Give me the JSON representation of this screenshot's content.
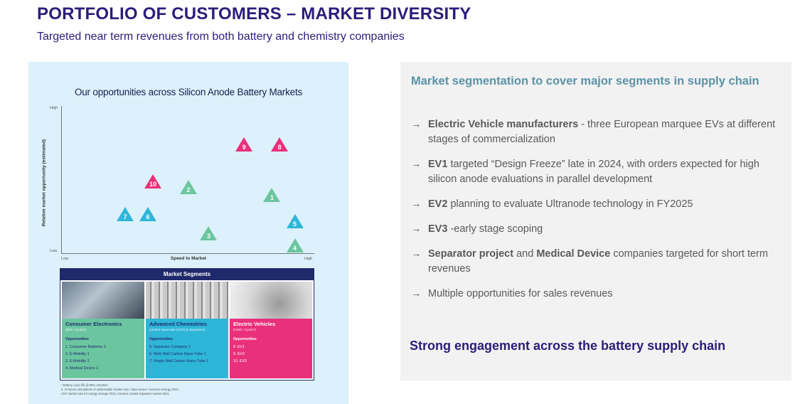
{
  "header": {
    "title": "PORTFOLIO OF CUSTOMERS – MARKET DIVERSITY",
    "subtitle": "Targeted near term revenues from both battery and chemistry companies"
  },
  "chart": {
    "title": "Our opportunities across Silicon Anode Battery Markets",
    "y_title": "Relative market opportunity (estimated)",
    "x_title": "Speed to Market",
    "y_high": "High",
    "y_low": "Low",
    "x_low": "Low",
    "x_high": "High"
  },
  "chart_data": {
    "type": "scatter",
    "title": "Our opportunities across Silicon Anode Battery Markets",
    "xlabel": "Speed to Market",
    "ylabel": "Relative market opportunity (estimated)",
    "points": [
      {
        "label": "1",
        "x": 0.83,
        "y": 0.4,
        "color": "#6bc6a0"
      },
      {
        "label": "2",
        "x": 0.5,
        "y": 0.45,
        "color": "#6bc6a0"
      },
      {
        "label": "3",
        "x": 0.58,
        "y": 0.14,
        "color": "#6bc6a0"
      },
      {
        "label": "4",
        "x": 0.92,
        "y": 0.06,
        "color": "#6bc6a0"
      },
      {
        "label": "5",
        "x": 0.92,
        "y": 0.22,
        "color": "#2eb6d8"
      },
      {
        "label": "6",
        "x": 0.34,
        "y": 0.27,
        "color": "#2eb6d8"
      },
      {
        "label": "7",
        "x": 0.25,
        "y": 0.27,
        "color": "#2eb6d8"
      },
      {
        "label": "8",
        "x": 0.86,
        "y": 0.74,
        "color": "#e9307b"
      },
      {
        "label": "9",
        "x": 0.72,
        "y": 0.74,
        "color": "#e9307b"
      },
      {
        "label": "10",
        "x": 0.36,
        "y": 0.49,
        "color": "#e9307b"
      }
    ]
  },
  "segments": {
    "header": "Market Segments",
    "opp_heading": "Opportunities",
    "items": [
      {
        "name": "Consumer Electronics",
        "sub": "(800+ Cycles*)",
        "color": "#6bc6a0",
        "opps": [
          "1. Consumer Batteries 1",
          "2. E-Mobility 1",
          "3. E-Mobility 2",
          "4. Medical Device 1"
        ]
      },
      {
        "name": "Advanced Chemistries",
        "sub": "(carbon nano-tube (CNT) & separators)",
        "color": "#2eb6d8",
        "opps": [
          "5. Separator Company 1",
          "6. Multi Wall Carbon Nano-Tube 1",
          "7. Single Wall Carbon Nano-Tube 1"
        ]
      },
      {
        "name": "Electric Vehicles",
        "sub": "(1000+ Cycles*)",
        "color": "#e9307b",
        "opps": [
          "8. EV1",
          "9. EV2",
          "10. EV3"
        ]
      }
    ],
    "footnote_1": "*   Battery cycle life @ 80% retention",
    "footnote_2": "2.  In-house calculations of addressable market size / data source: Avicenne Energy 2023,",
    "footnote_3": "     CNT market size for energy storage 2023, Ceramic coated separator market 2021"
  },
  "right": {
    "heading": "Market segmentation to cover major segments in supply chain",
    "bullets": [
      {
        "bold": "Electric Vehicle manufacturers",
        "text": " - three European marquee EVs at different stages of commercialization"
      },
      {
        "bold": "EV1",
        "text": " targeted “Design Freeze” late in 2024, with  orders expected for high silicon anode evaluations in parallel development"
      },
      {
        "bold": "EV2",
        "text": " planning to evaluate Ultranode technology in FY2025"
      },
      {
        "bold": "EV3",
        "text": " -early stage scoping"
      },
      {
        "bold": "Separator project",
        "text": " and ",
        "bold2": "Medical Device",
        "text2": " companies targeted for short term revenues"
      },
      {
        "bold": "",
        "text": "Multiple opportunities for sales revenues"
      }
    ],
    "bottom": "Strong engagement across the battery supply chain",
    "arrow": "→"
  }
}
